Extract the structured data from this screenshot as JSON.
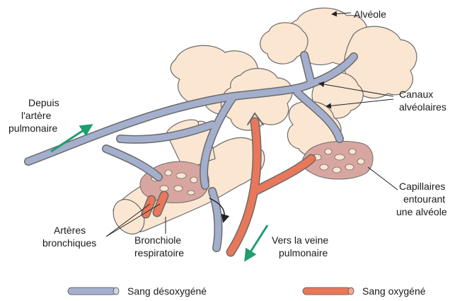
{
  "labels": {
    "alveole": "Alvéole",
    "canaux_1": "Canaux",
    "canaux_2": "alvéolaires",
    "artere_1": "Depuis",
    "artere_2": "l'artère",
    "artere_3": "pulmonaire",
    "capillaires_1": "Capillaires",
    "capillaires_2": "entourant",
    "capillaires_3": "une alvéole",
    "arteres_bronchiques_1": "Artères",
    "arteres_bronchiques_2": "bronchiques",
    "bronchiole_1": "Bronchiole",
    "bronchiole_2": "respiratoire",
    "veine_1": "Vers la veine",
    "veine_2": "pulmonaire"
  },
  "legend": {
    "deoxygenated": "Sang désoxygéné",
    "oxygenated": "Sang oxygéné"
  },
  "colors": {
    "alveole_fill": "#fbe6d2",
    "outline": "#6b6b6b",
    "deoxygenated": "#a3afcc",
    "oxygenated": "#e9775a",
    "flow_arrow": "#1f9e6e"
  }
}
